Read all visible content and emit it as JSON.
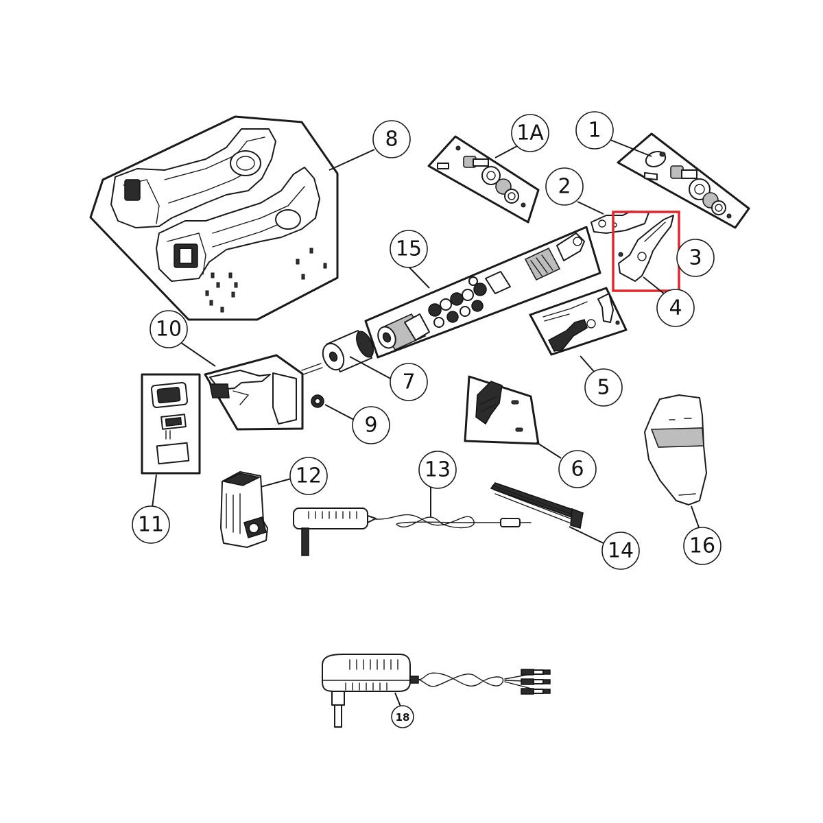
{
  "callouts": [
    {
      "id": "8",
      "label": "8"
    },
    {
      "id": "1A",
      "label": "1A"
    },
    {
      "id": "1",
      "label": "1"
    },
    {
      "id": "2",
      "label": "2"
    },
    {
      "id": "3",
      "label": "3"
    },
    {
      "id": "4",
      "label": "4"
    },
    {
      "id": "15",
      "label": "15"
    },
    {
      "id": "5",
      "label": "5"
    },
    {
      "id": "10",
      "label": "10"
    },
    {
      "id": "7",
      "label": "7"
    },
    {
      "id": "9",
      "label": "9"
    },
    {
      "id": "6",
      "label": "6"
    },
    {
      "id": "11",
      "label": "11"
    },
    {
      "id": "12",
      "label": "12"
    },
    {
      "id": "13",
      "label": "13"
    },
    {
      "id": "14",
      "label": "14"
    },
    {
      "id": "16",
      "label": "16"
    },
    {
      "id": "18",
      "label": "18"
    }
  ],
  "highlight": {
    "color": "#e3262b",
    "target": "3"
  },
  "colors": {
    "line": "#1a1a1a",
    "background": "#ffffff"
  }
}
